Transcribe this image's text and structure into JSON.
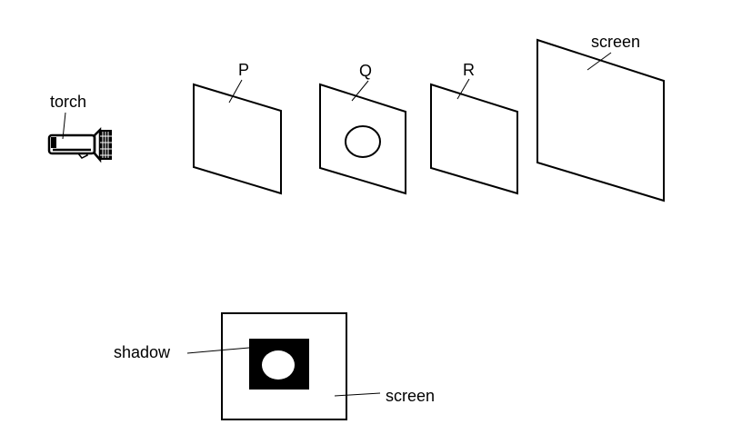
{
  "labels": {
    "torch": "torch",
    "card_p": "P",
    "card_q": "Q",
    "card_r": "R",
    "screen_top": "screen",
    "shadow": "shadow",
    "screen_bottom": "screen"
  },
  "colors": {
    "stroke": "#000000",
    "background": "#ffffff",
    "shadow": "#000000",
    "light_spot": "#ffffff"
  }
}
